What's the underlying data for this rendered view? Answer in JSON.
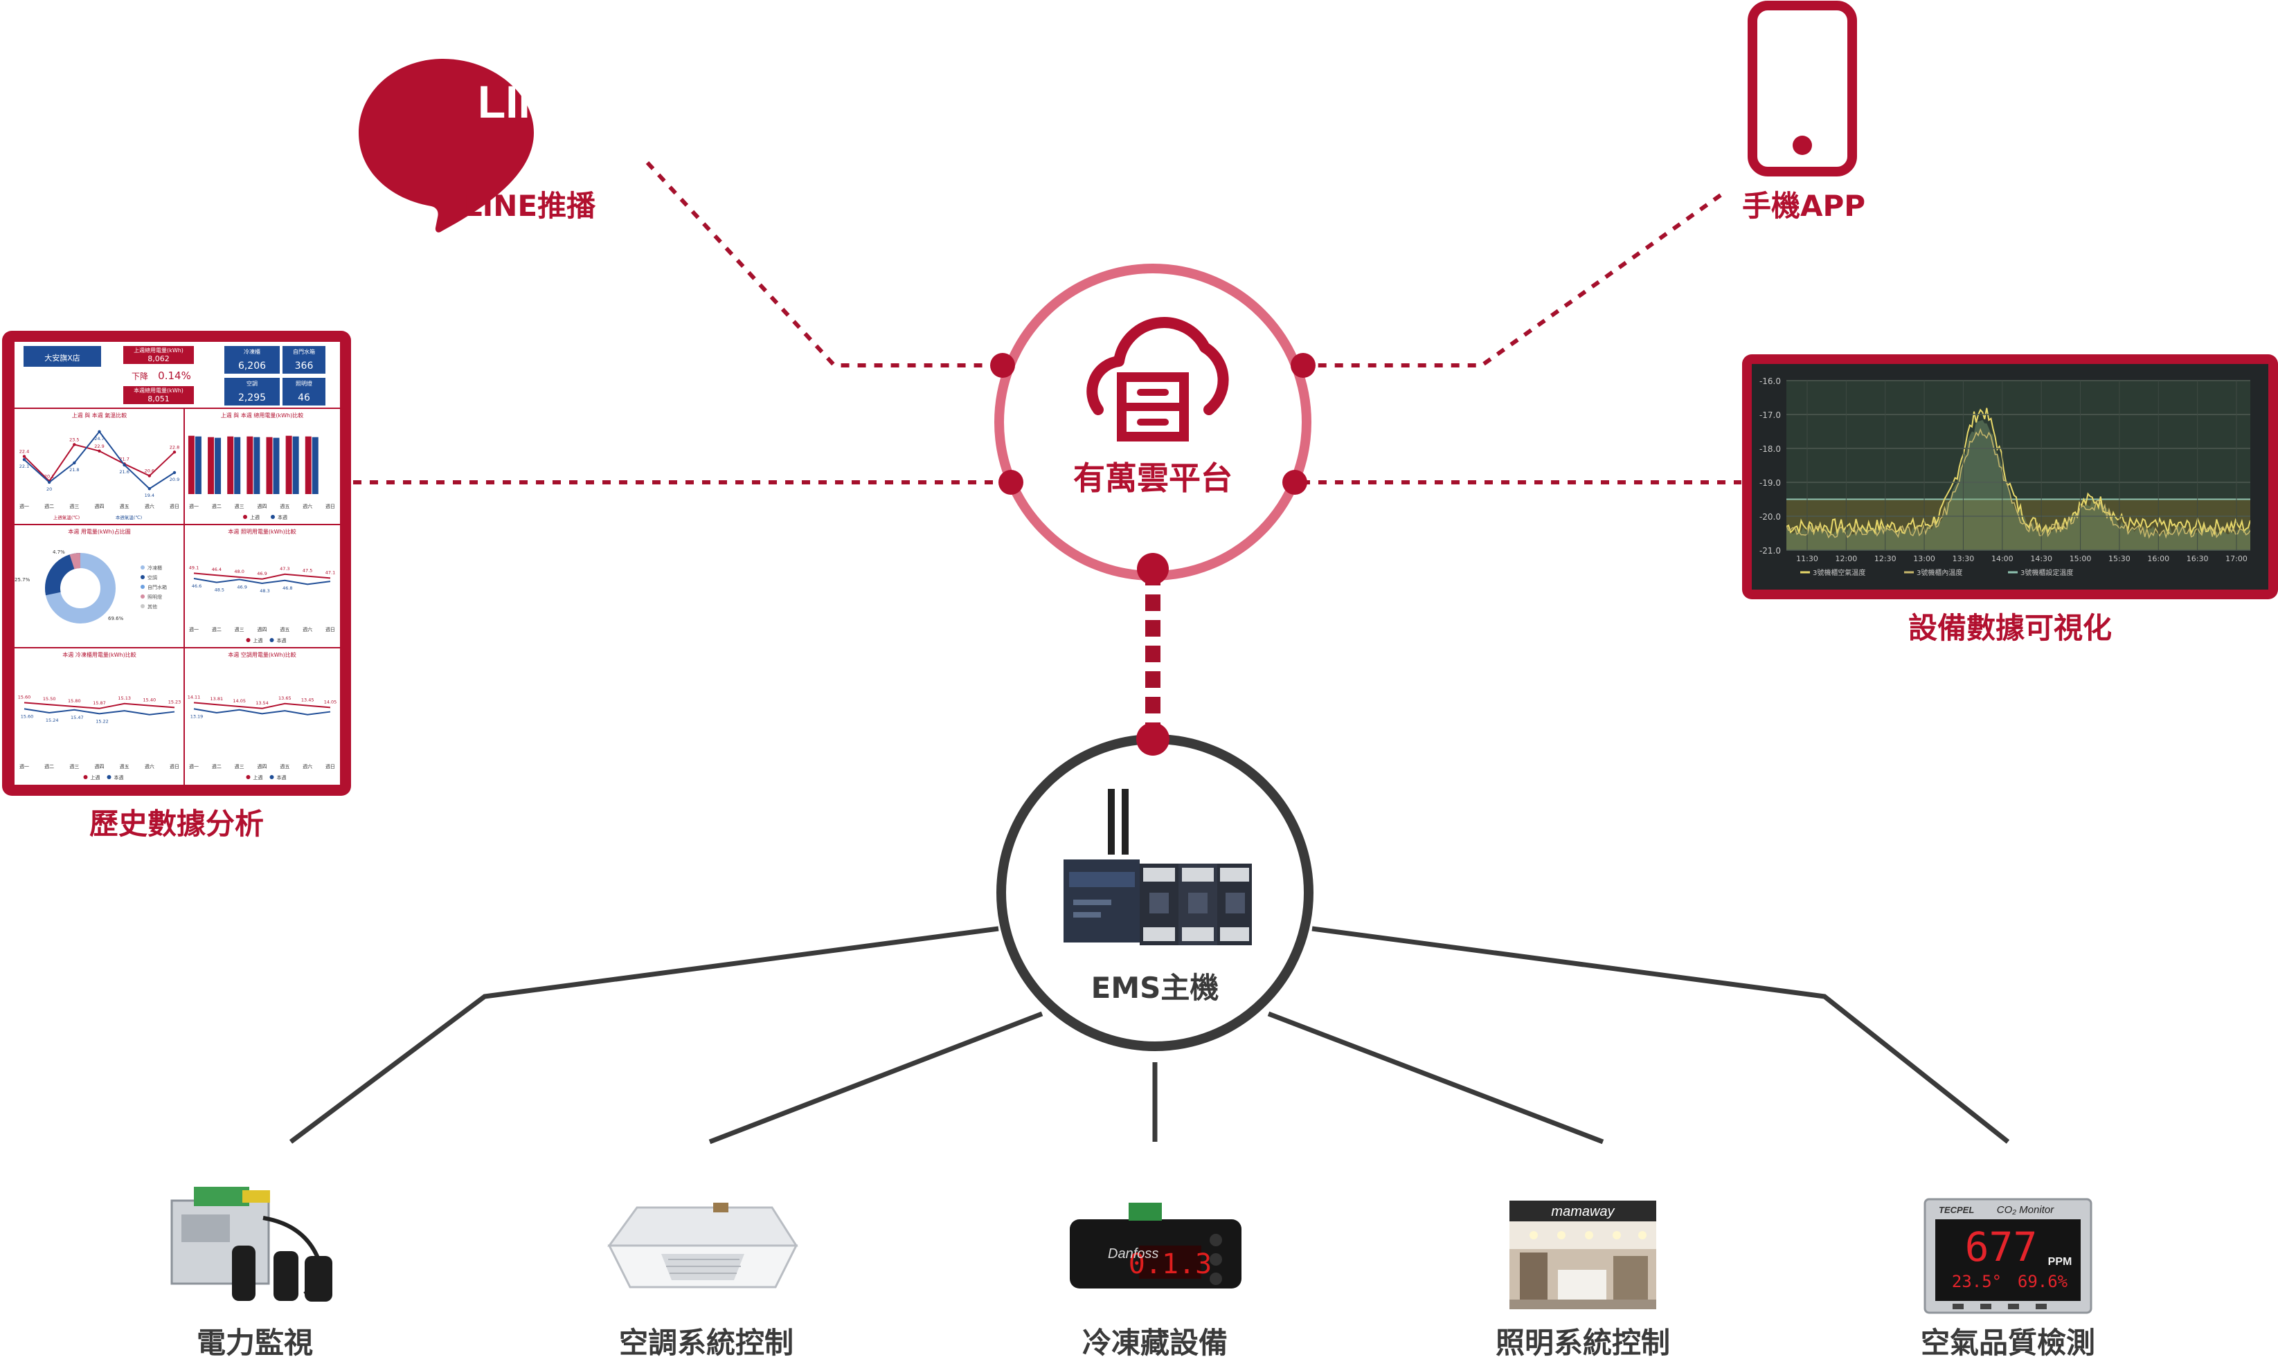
{
  "colors": {
    "brand_red": "#b2102f",
    "ring_pink": "#de6a80",
    "dark_ring": "#3a3a3a",
    "dash_red": "#a5102c",
    "blue": "#1f4d96"
  },
  "hub": {
    "label": "有萬雲平台",
    "icon": "cloud-server-icon"
  },
  "ems": {
    "label": "EMS主機",
    "icon": "ems-controller-device"
  },
  "line": {
    "logo_text": "LINE",
    "label": "LINE推播"
  },
  "app": {
    "label": "手機APP",
    "icon": "smartphone-icon"
  },
  "history": {
    "label": "歷史數據分析",
    "header": {
      "store": "大安旗X店",
      "box1_title": "上週總用電量(kWh)",
      "box1_value": "8,062",
      "change_label": "下降",
      "change_value": "0.14%",
      "box2_title": "本週總用電量(kWh)",
      "box2_value": "8,051",
      "stats": [
        {
          "label": "冷凍櫃",
          "value": "6,206"
        },
        {
          "label": "自門水箱",
          "value": "366"
        },
        {
          "label": "空調",
          "value": "2,295"
        },
        {
          "label": "照明燈",
          "value": "46"
        }
      ]
    },
    "panels": [
      {
        "title": "上週 與 本週 氣溫比較",
        "type": "line",
        "x_labels": [
          "週一",
          "週二",
          "週三",
          "週四",
          "週五",
          "週六",
          "週日"
        ],
        "series": [
          {
            "name": "上週氣溫(℃)",
            "values": [
              22.4,
              20.1,
              23.5,
              22.9,
              21.7,
              20.6,
              22.8
            ]
          },
          {
            "name": "本週氣溫(℃)",
            "values": [
              22.1,
              20.0,
              21.8,
              24.7,
              21.6,
              19.4,
              20.9
            ]
          }
        ],
        "data_labels": [
          "22.4",
          "20.1",
          "23.5",
          "22.9",
          "21.7",
          "20.6",
          "22.8",
          "22.1",
          "20.0",
          "21.8",
          "24.7",
          "21.6",
          "19.4",
          "20.9"
        ]
      },
      {
        "title": "上週 與 本週 總用電量(kWh)比較",
        "type": "bar",
        "x_labels": [
          "週一",
          "週二",
          "週三",
          "週四",
          "週五",
          "週六",
          "週日"
        ],
        "legend": [
          "上週",
          "本週"
        ]
      },
      {
        "title": "本週 用電量(kWh)占比圖",
        "type": "pie",
        "pct_labels": [
          "4.7%",
          "25.7%",
          "69.6%"
        ],
        "legend": [
          "冷凍櫃",
          "空調",
          "自門水箱",
          "照明燈",
          "其他"
        ]
      },
      {
        "title": "本週 照明用電量(kWh)比較",
        "type": "line",
        "x_labels": [
          "週一",
          "週二",
          "週三",
          "週四",
          "週五",
          "週六",
          "週日"
        ],
        "legend": [
          "上週",
          "本週"
        ],
        "data_labels": [
          "49.1",
          "46.4",
          "48.0",
          "46.9",
          "47.3",
          "47.5",
          "47.1",
          "46.6",
          "48.5",
          "46.9",
          "48.3",
          "46.8"
        ]
      },
      {
        "title": "本週 冷凍櫃用電量(kWh)比較",
        "type": "line",
        "x_labels": [
          "週一",
          "週二",
          "週三",
          "週四",
          "週五",
          "週六",
          "週日"
        ],
        "legend": [
          "上週",
          "本週"
        ],
        "data_labels": [
          "15.60",
          "15.50",
          "15.80",
          "15.87",
          "15.13",
          "15.40",
          "15.23",
          "15.60",
          "15.24",
          "15.47",
          "15.22"
        ]
      },
      {
        "title": "本週 空調用電量(kWh)比較",
        "type": "line",
        "x_labels": [
          "週一",
          "週二",
          "週三",
          "週四",
          "週五",
          "週六",
          "週日"
        ],
        "legend": [
          "上週",
          "本週"
        ],
        "data_labels": [
          "14.11",
          "13.81",
          "14.05",
          "13.54",
          "13.65",
          "13.45",
          "14.05",
          "13.19"
        ]
      }
    ]
  },
  "viz": {
    "label": "設備數據可視化",
    "chart_data": {
      "type": "line",
      "y_ticks": [
        "-16.0",
        "-17.0",
        "-18.0",
        "-19.0",
        "-20.0",
        "-21.0"
      ],
      "x_ticks": [
        "11:30",
        "12:00",
        "12:30",
        "13:00",
        "13:30",
        "14:00",
        "14:30",
        "15:00",
        "15:30",
        "16:00",
        "16:30",
        "17:00"
      ],
      "ylim": [
        -21,
        -16
      ],
      "legend": [
        "3號機櫃空氣溫度",
        "3號機櫃內溫度",
        "3號機櫃設定溫度"
      ]
    }
  },
  "devices": [
    {
      "label": "電力監視",
      "icon": "power-meter-device"
    },
    {
      "label": "空調系統控制",
      "icon": "cassette-aircon-device"
    },
    {
      "label": "冷凍藏設備",
      "icon": "refrigeration-controller-device",
      "display": "0.1.3"
    },
    {
      "label": "照明系統控制",
      "icon": "store-lighting-photo",
      "brand": "mamaway"
    },
    {
      "label": "空氣品質檢測",
      "icon": "co2-monitor-device",
      "brand": "TECPEL",
      "title": "CO₂ Monitor",
      "reading": "677",
      "unit": "PPM",
      "sub1": "23.5°",
      "sub2": "69.6%"
    }
  ]
}
